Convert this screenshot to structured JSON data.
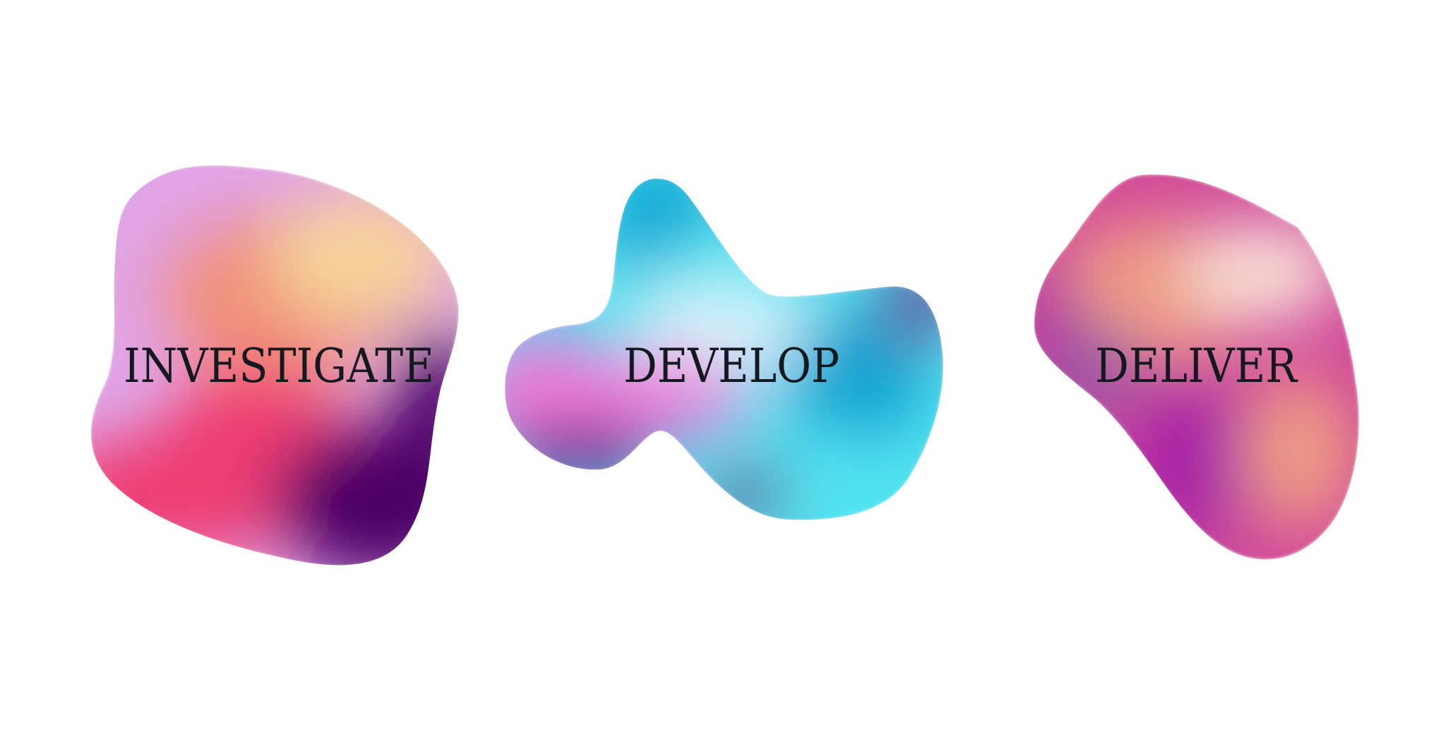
{
  "stages": [
    {
      "id": "investigate",
      "label": "INVESTIGATE",
      "palette": [
        "#e0a4e6",
        "#f6d39a",
        "#f0907a",
        "#ee3d73",
        "#4c0266"
      ]
    },
    {
      "id": "develop",
      "label": "DEVELOP",
      "palette": [
        "#0ba4d2",
        "#53e3f1",
        "#d3f3fb",
        "#f07ad8",
        "#6a0f84"
      ]
    },
    {
      "id": "deliver",
      "label": "DELIVER",
      "palette": [
        "#d04a9a",
        "#f8e1d7",
        "#ee9c85",
        "#8f5aa6",
        "#a723a6"
      ]
    }
  ]
}
